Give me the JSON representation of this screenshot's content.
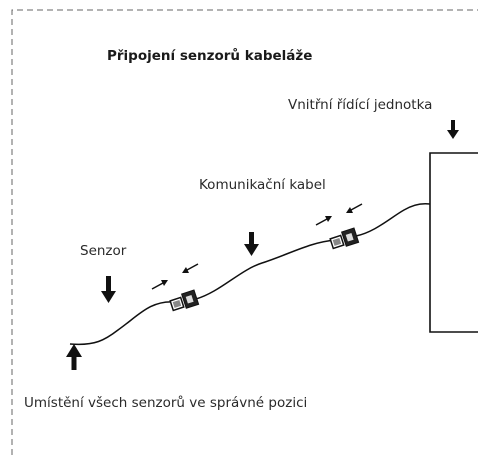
{
  "title": "Připojení senzorů kabeláže",
  "labels": {
    "control_unit": "Vnitřní řídící jednotka",
    "comm_cable": "Komunikační kabel",
    "sensor": "Senzor",
    "placement_note": "Umístění všech senzorů ve správné pozici"
  },
  "colors": {
    "line": "#111111",
    "frame": "#555555",
    "text": "#2a2a2a"
  }
}
